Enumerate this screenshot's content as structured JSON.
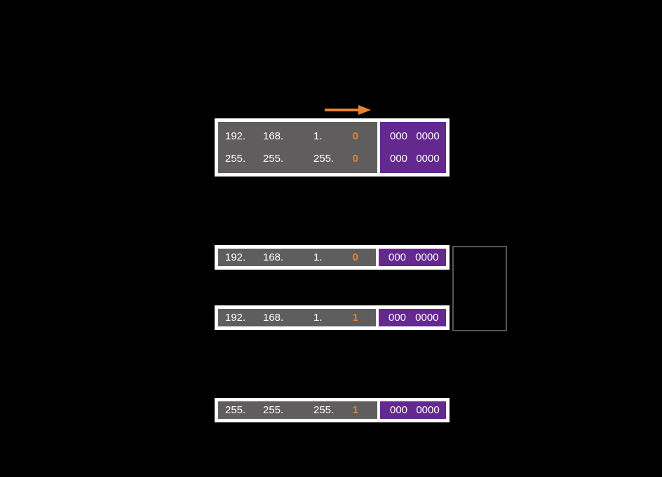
{
  "colors": {
    "background": "#000000",
    "network_block": "#5f5d5d",
    "host_block": "#63298f",
    "border": "#ffffff",
    "highlight": "#e8822d",
    "outline": "#555555",
    "text": "#ffffff"
  },
  "arrow": {
    "name": "orange-right-arrow",
    "color": "#e8822d",
    "direction": "right"
  },
  "outline_rect": {
    "name": "empty-bracket-rectangle",
    "color": "#555555"
  },
  "groups": [
    {
      "id": "group-1",
      "rows": [
        {
          "octets": [
            "192.",
            "168.",
            "1.",
            "0"
          ],
          "host_bits": [
            "000",
            "0000"
          ]
        },
        {
          "octets": [
            "255.",
            "255.",
            "255.",
            "0"
          ],
          "host_bits": [
            "000",
            "0000"
          ]
        }
      ]
    },
    {
      "id": "group-2",
      "rows": [
        {
          "octets": [
            "192.",
            "168.",
            "1.",
            "0"
          ],
          "host_bits": [
            "000",
            "0000"
          ]
        }
      ]
    },
    {
      "id": "group-3",
      "rows": [
        {
          "octets": [
            "192.",
            "168.",
            "1.",
            "1"
          ],
          "host_bits": [
            "000",
            "0000"
          ]
        }
      ]
    },
    {
      "id": "group-4",
      "rows": [
        {
          "octets": [
            "255.",
            "255.",
            "255.",
            "1"
          ],
          "host_bits": [
            "000",
            "0000"
          ]
        }
      ]
    }
  ]
}
